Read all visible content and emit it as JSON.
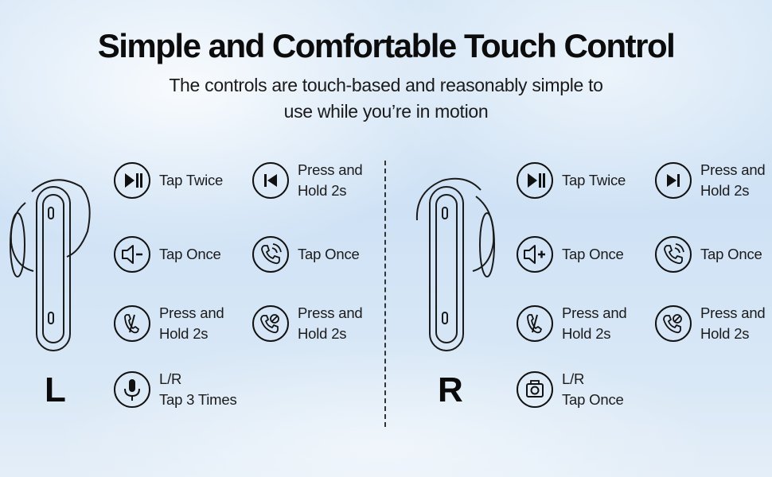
{
  "title": "Simple and Comfortable Touch Control",
  "subtitle_line1": "The controls are touch-based and reasonably simple to",
  "subtitle_line2": "use while you’re in motion",
  "left": {
    "side": "L",
    "controls": [
      {
        "icon": "play-pause-icon",
        "line1": "Tap Twice",
        "line2": ""
      },
      {
        "icon": "previous-track-icon",
        "line1": "Press and",
        "line2": "Hold 2s"
      },
      {
        "icon": "volume-down-icon",
        "line1": "Tap Once",
        "line2": ""
      },
      {
        "icon": "answer-call-icon",
        "line1": "Tap Once",
        "line2": ""
      },
      {
        "icon": "hang-up-icon",
        "line1": "Press and",
        "line2": "Hold 2s"
      },
      {
        "icon": "reject-call-icon",
        "line1": "Press and",
        "line2": "Hold 2s"
      },
      {
        "icon": "microphone-icon",
        "line1": "L/R",
        "line2": "Tap 3 Times"
      }
    ]
  },
  "right": {
    "side": "R",
    "controls": [
      {
        "icon": "play-pause-icon",
        "line1": "Tap Twice",
        "line2": ""
      },
      {
        "icon": "next-track-icon",
        "line1": "Press and",
        "line2": "Hold 2s"
      },
      {
        "icon": "volume-up-icon",
        "line1": "Tap Once",
        "line2": ""
      },
      {
        "icon": "answer-call-icon",
        "line1": "Tap Once",
        "line2": ""
      },
      {
        "icon": "hang-up-icon",
        "line1": "Press and",
        "line2": "Hold 2s"
      },
      {
        "icon": "reject-call-icon",
        "line1": "Press and",
        "line2": "Hold 2s"
      },
      {
        "icon": "camera-icon",
        "line1": "L/R",
        "line2": "Tap Once"
      }
    ]
  },
  "colors": {
    "ink": "#111111",
    "background": "#d3e5f6"
  }
}
